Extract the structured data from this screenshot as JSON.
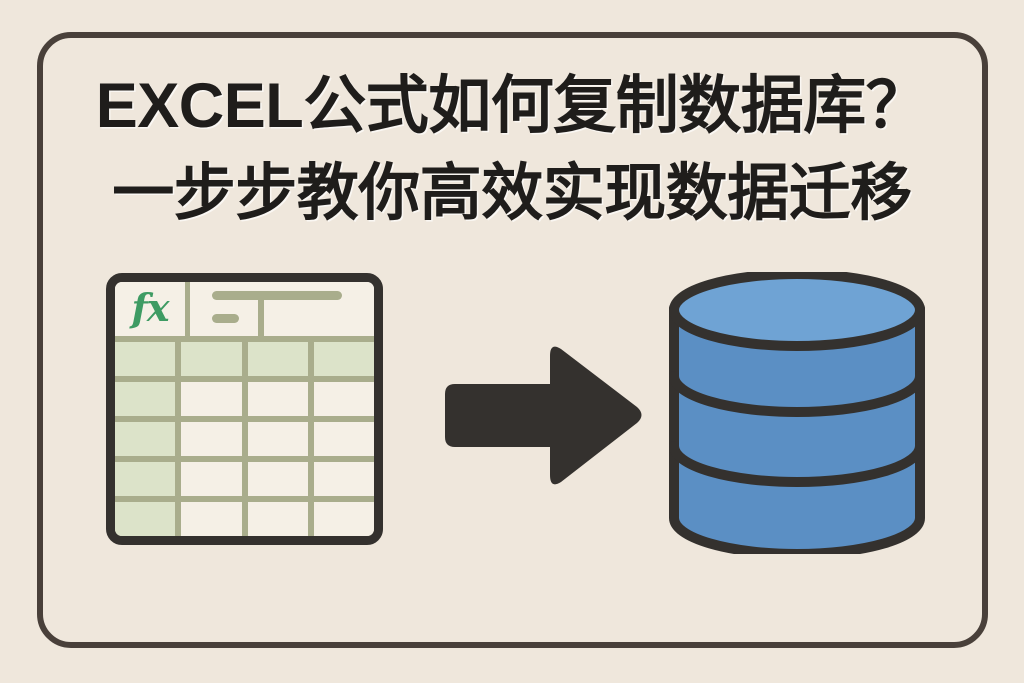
{
  "theme": {
    "background": "#EFE7DC",
    "frame_border": "#49403A",
    "title_text": "#1F1D1B",
    "sheet_outline": "#34312E",
    "sheet_cell": "#F5F0E6",
    "sheet_header_cell": "#DCE3C9",
    "sheet_gridline": "#A9AD8C",
    "fx_green": "#3E9B63",
    "arrow_dark": "#34312E",
    "db_top_blue": "#6FA3D4",
    "db_body_blue": "#5B8FC4",
    "db_outline": "#34312E"
  },
  "title": {
    "line1": "EXCEL公式如何复制数据库？",
    "line2": "一步步教你高效实现数据迁移"
  },
  "spreadsheet": {
    "label": "excel-spreadsheet",
    "fx_symbol": "fx",
    "formula_bar": {
      "long_bar": "formula-bar-long",
      "short_bar": "formula-bar-short",
      "divider": "formula-bar-divider"
    },
    "grid": {
      "columns": 4,
      "rows": 5,
      "cells": [
        [
          "header",
          "header",
          "header",
          "header"
        ],
        [
          "header",
          "blank",
          "blank",
          "blank"
        ],
        [
          "header",
          "blank",
          "blank",
          "blank"
        ],
        [
          "header",
          "blank",
          "blank",
          "blank"
        ],
        [
          "header",
          "blank",
          "blank",
          "blank"
        ]
      ]
    }
  },
  "arrow": {
    "label": "right-arrow",
    "direction": "right"
  },
  "database": {
    "label": "database-cylinder",
    "bands": 3
  }
}
